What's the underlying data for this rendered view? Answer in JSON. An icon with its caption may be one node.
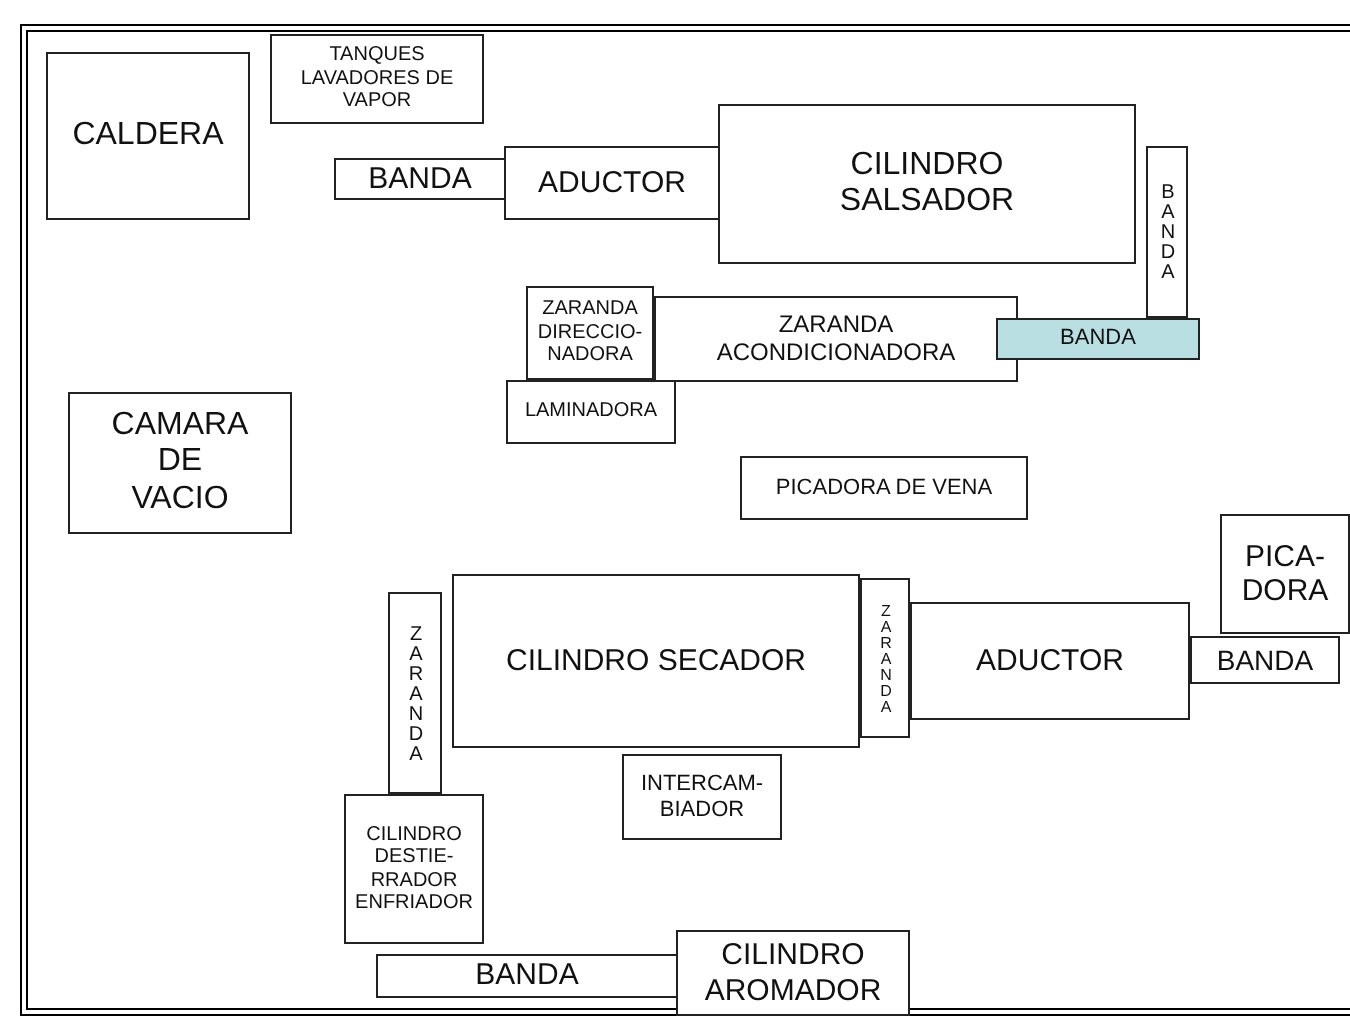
{
  "diagram": {
    "nodes": [
      {
        "text": [
          "CALDERA"
        ]
      },
      {
        "text": [
          "TANQUES LAVADORES DE VAPOR"
        ]
      },
      {
        "text": [
          "BANDA"
        ]
      },
      {
        "text": [
          "ADUCTOR"
        ]
      },
      {
        "text": [
          "CILINDRO SALSADOR"
        ]
      },
      {
        "text": [
          "BANDA"
        ]
      },
      {
        "text": [
          "ZARANDA DIRECCIO- NADORA"
        ]
      },
      {
        "text": [
          "ZARANDA ACONDICIONADORA"
        ]
      },
      {
        "text": [
          "BANDA"
        ]
      },
      {
        "text": [
          "LAMINADORA"
        ]
      },
      {
        "text": [
          "CAMARA DE VACIO"
        ]
      },
      {
        "text": [
          "PICADORA DE VENA"
        ]
      },
      {
        "text": [
          "PICA- DORA"
        ]
      },
      {
        "text": [
          "ZARANDA"
        ]
      },
      {
        "text": [
          "CILINDRO SECADOR"
        ]
      },
      {
        "text": [
          "ZARANDA"
        ]
      },
      {
        "text": [
          "ADUCTOR"
        ]
      },
      {
        "text": [
          "BANDA"
        ]
      },
      {
        "text": [
          "INTERCAM- BIADOR"
        ]
      },
      {
        "text": [
          "CILINDRO DESTIE- RRADOR ENFRIADOR"
        ]
      },
      {
        "text": [
          "BANDA"
        ]
      },
      {
        "text": [
          "CILINDRO AROMADOR"
        ]
      }
    ]
  }
}
